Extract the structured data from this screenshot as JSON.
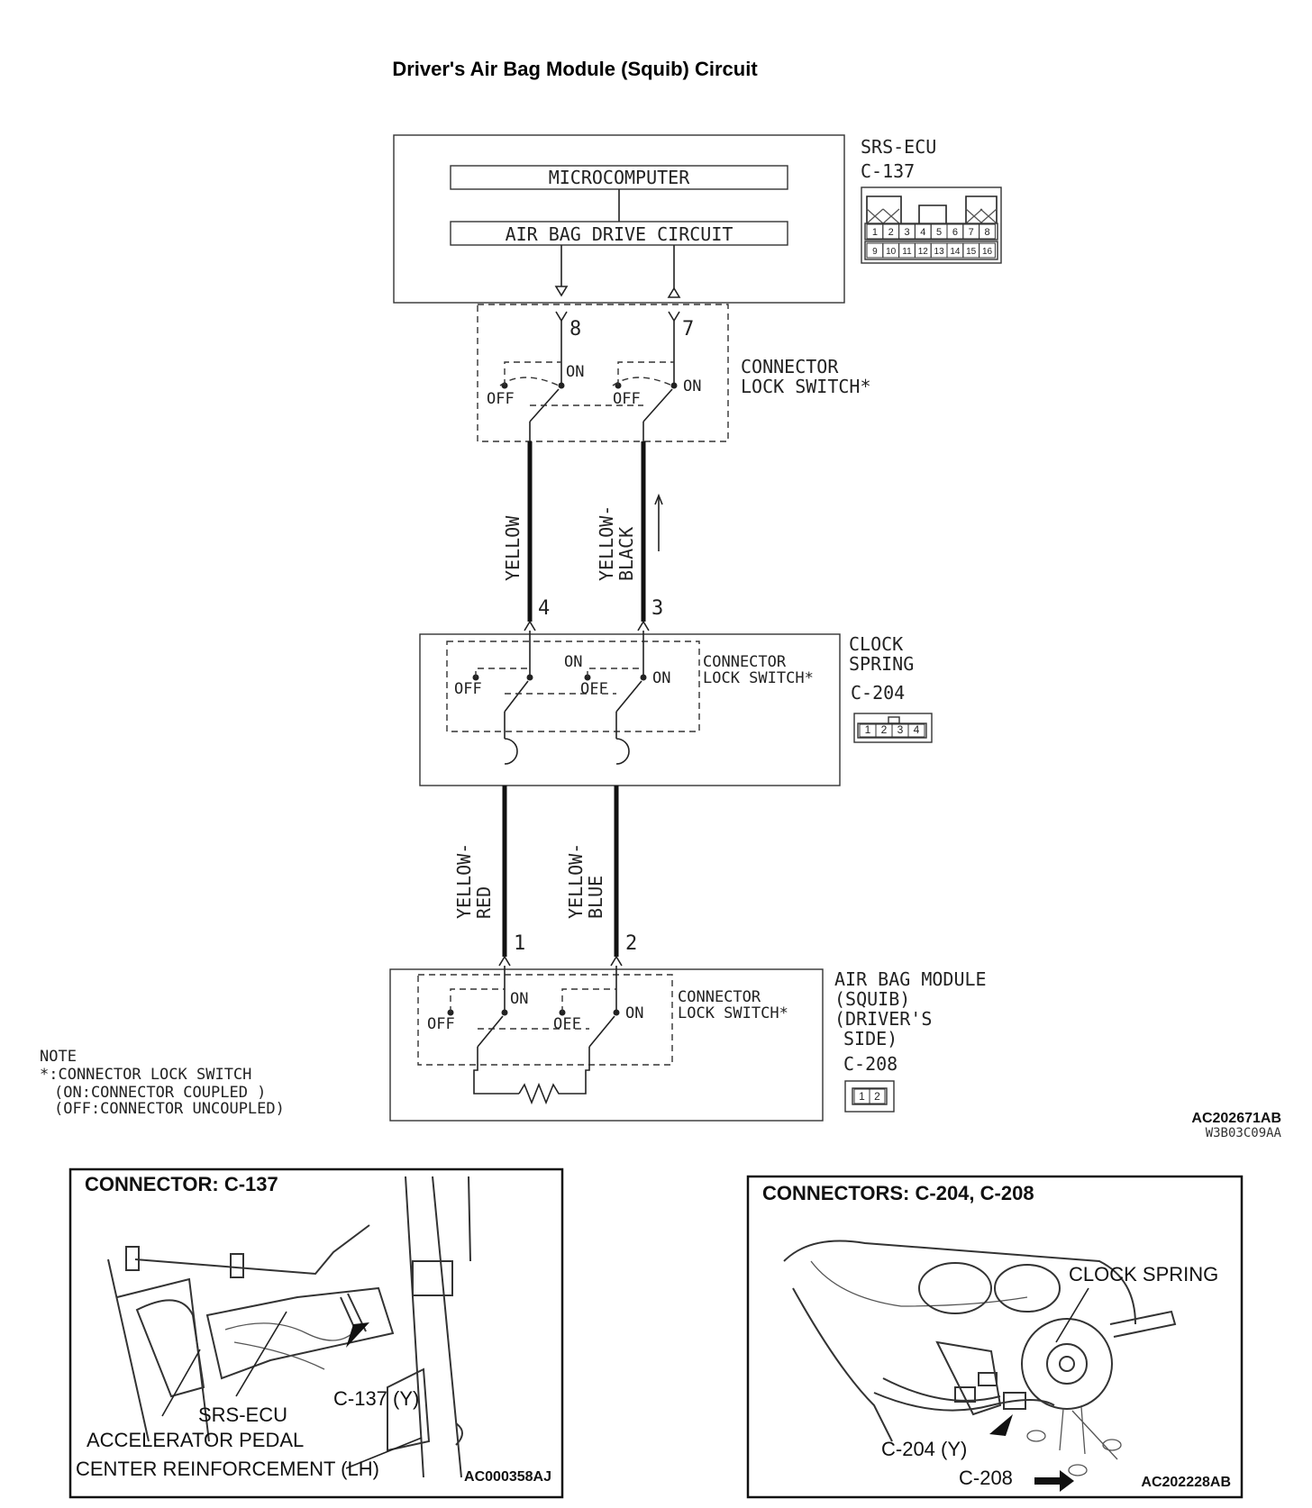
{
  "title": "Driver's Air Bag Module (Squib) Circuit",
  "ecu": {
    "name": "SRS-ECU",
    "connector": "C-137",
    "microcomputer": "MICROCOMPUTER",
    "drive_circuit": "AIR BAG DRIVE CIRCUIT",
    "pin_a": "8",
    "pin_b": "7",
    "pins_top": [
      "1",
      "2",
      "3",
      "4",
      "5",
      "6",
      "7",
      "8"
    ],
    "pins_bottom": [
      "9",
      "10",
      "11",
      "12",
      "13",
      "14",
      "15",
      "16"
    ]
  },
  "lock_switch_1": {
    "label_line1": "CONNECTOR",
    "label_line2": "LOCK SWITCH*",
    "on": "ON",
    "off": "OFF"
  },
  "wires_upper": {
    "left": "YELLOW",
    "right_line1": "YELLOW-",
    "right_line2": "BLACK"
  },
  "clock_spring": {
    "name_line1": "CLOCK",
    "name_line2": "SPRING",
    "connector": "C-204",
    "pin_a": "4",
    "pin_b": "3",
    "switch_line1": "CONNECTOR",
    "switch_line2": "LOCK SWITCH*",
    "pins": [
      "1",
      "2",
      "3",
      "4"
    ]
  },
  "wires_lower": {
    "left_line1": "YELLOW-",
    "left_line2": "RED",
    "right_line1": "YELLOW-",
    "right_line2": "BLUE"
  },
  "air_bag_module": {
    "name_line1": "AIR BAG MODULE",
    "name_line2": "(SQUIB)",
    "name_line3": "(DRIVER'S",
    "name_line4": "SIDE)",
    "connector": "C-208",
    "pin_a": "1",
    "pin_b": "2",
    "switch_line1": "CONNECTOR",
    "switch_line2": "LOCK SWITCH*",
    "pins": [
      "1",
      "2"
    ]
  },
  "note": {
    "line1": "NOTE",
    "line2": "*:CONNECTOR LOCK SWITCH",
    "line3": "(ON:CONNECTOR COUPLED  )",
    "line4": "(OFF:CONNECTOR UNCOUPLED)"
  },
  "figure_codes": {
    "main": "AC202671AB",
    "sub": "W3B03C09AA"
  },
  "panel_left": {
    "title": "CONNECTOR: C-137",
    "labels": {
      "c137": "C-137 (Y)",
      "srs_ecu": "SRS-ECU",
      "accelerator": "ACCELERATOR PEDAL",
      "center": "CENTER REINFORCEMENT (LH)"
    },
    "code": "AC000358AJ"
  },
  "panel_right": {
    "title": "CONNECTORS: C-204, C-208",
    "labels": {
      "clock_spring": "CLOCK SPRING",
      "c204": "C-204 (Y)",
      "c208": "C-208"
    },
    "code": "AC202228AB"
  }
}
